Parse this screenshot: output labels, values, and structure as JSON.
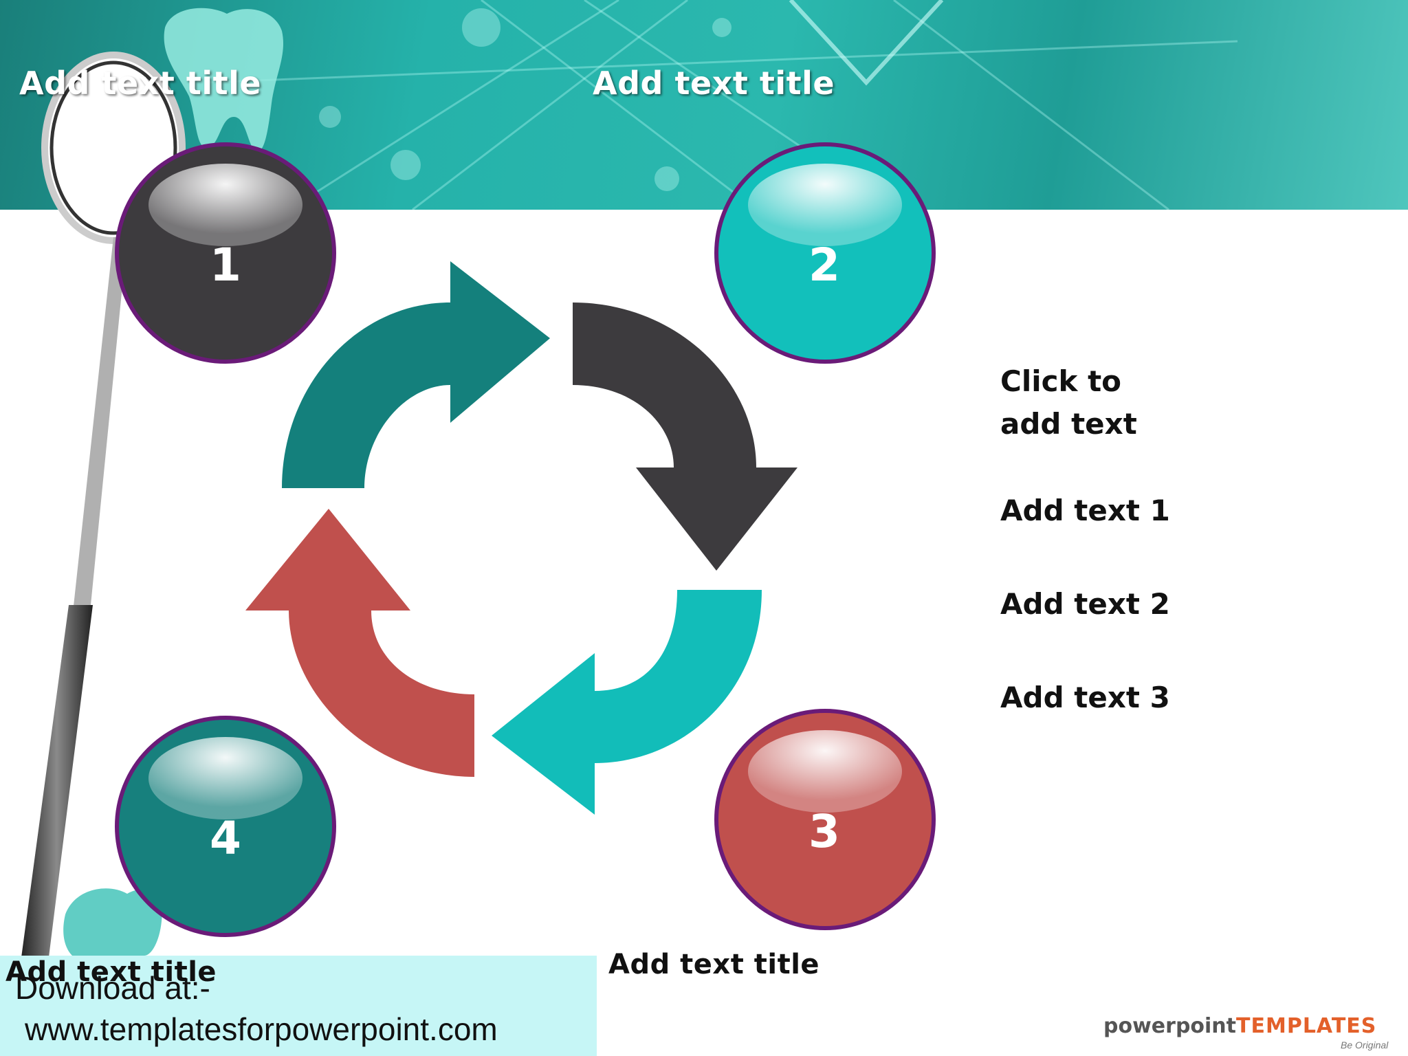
{
  "slide": {
    "titles": {
      "top_left": "Add text title",
      "top_center": "Add text title",
      "bottom_left": "Add text title",
      "bottom_center": "Add text title"
    },
    "circles": [
      {
        "number": "1",
        "color": "#3d3b3e"
      },
      {
        "number": "2",
        "color": "#12c0bb"
      },
      {
        "number": "3",
        "color": "#c0504d"
      },
      {
        "number": "4",
        "color": "#17807d"
      }
    ],
    "arrows": {
      "colors": [
        "#14807c",
        "#3d3b3e",
        "#12bdb9",
        "#c0504d"
      ]
    },
    "side_text": {
      "click": "Click to add text",
      "click_line1": "Click to",
      "click_line2": "add text",
      "item1": "Add text 1",
      "item2": "Add text 2",
      "item3": "Add text 3"
    },
    "footer": {
      "download_label": "Download at:-",
      "download_url": "www.templatesforpowerpoint.com",
      "brand_part1": "powerpoint",
      "brand_part2": "TEMPLATES",
      "brand_tagline": "Be Original"
    },
    "colors": {
      "banner": "#25b2aa",
      "ring": "#6a1b78",
      "download_bg": "#c6f6f6"
    }
  }
}
